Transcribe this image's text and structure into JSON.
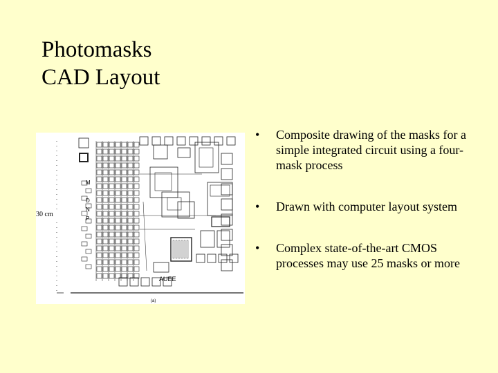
{
  "slide": {
    "title_line1": "Photomasks",
    "title_line2": "CAD Layout"
  },
  "figure": {
    "dimension_label": "30 cm",
    "layer_labels": [
      "M",
      "D",
      "N",
      "P"
    ],
    "chip_label": "AUEE",
    "caption": "(a)"
  },
  "bullets": [
    {
      "marker": "•",
      "text": "Composite drawing of the masks for a simple integrated circuit using a four-mask process"
    },
    {
      "marker": "•",
      "text": "Drawn with computer layout system"
    },
    {
      "marker": "•",
      "text": "Complex state-of-the-art CMOS processes may use 25 masks or more"
    }
  ],
  "colors": {
    "background": "#ffffcc",
    "text": "#000000",
    "figure_background": "#ffffff"
  }
}
